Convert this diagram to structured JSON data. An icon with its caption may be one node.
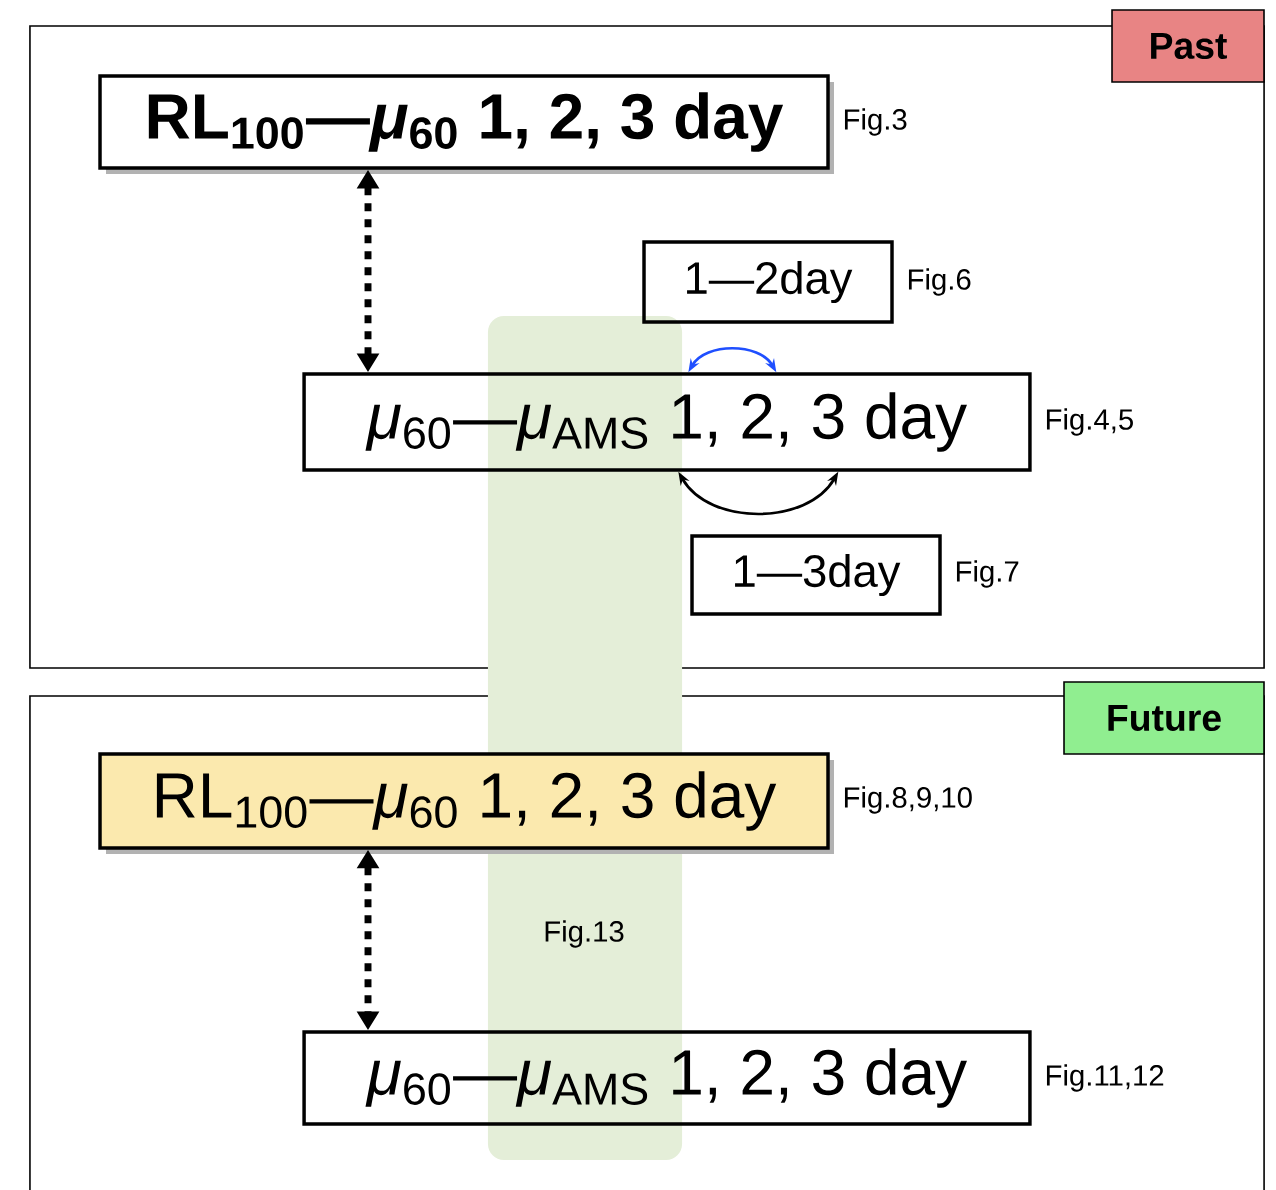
{
  "diagram": {
    "nodes": [
      {
        "text": [
          "Past"
        ]
      },
      {
        "text": [
          "RL$_{100}$—*μ*$_{60}$ 1, 2, 3 day"
        ],
        "beside": [
          "Fig.3"
        ],
        "in": 0
      },
      {
        "text": [
          "1—2day"
        ],
        "beside": [
          "Fig.6"
        ],
        "in": 0
      },
      {
        "text": [
          "*μ*$_{60}$—*μ*$_{AMS}$ 1, 2, 3 day"
        ],
        "beside": [
          "Fig.4,5"
        ],
        "in": 0
      },
      {
        "text": [
          "1—3day"
        ],
        "beside": [
          "Fig.7"
        ],
        "in": 0
      },
      {
        "text": [
          "Future"
        ]
      },
      {
        "text": [
          "RL$_{100}$—*μ*$_{60}$ 1, 2, 3 day"
        ],
        "beside": [
          "Fig.8,9,10"
        ],
        "in": 5
      },
      {
        "text": [
          "*μ*$_{60}$—*μ*$_{AMS}$ 1, 2, 3 day"
        ],
        "beside": [
          "Fig.11,12"
        ],
        "in": 5
      },
      {
        "text": [
          "Fig.13"
        ]
      }
    ],
    "edges": [
      {
        "from": 1,
        "to": 3,
        "arrow": "both",
        "style": "dashed"
      },
      {
        "from": 3,
        "to": 3,
        "arrow": "both",
        "color": "#1f4fff"
      },
      {
        "from": 3,
        "to": 3,
        "arrow": "both"
      },
      {
        "from": 6,
        "to": 7,
        "arrow": "both",
        "style": "dashed"
      }
    ]
  }
}
